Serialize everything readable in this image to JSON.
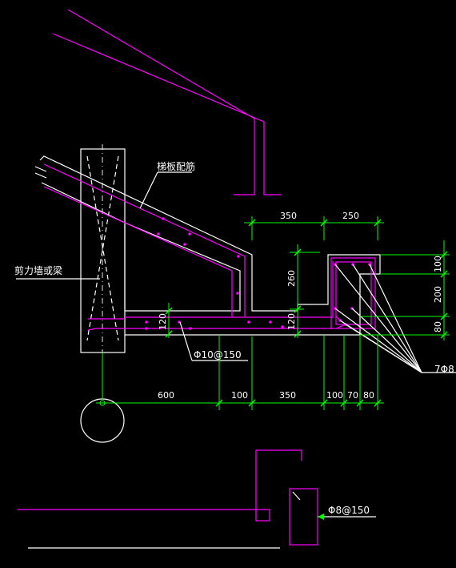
{
  "labels": {
    "stair_slab_reinforcement": "梯板配筋",
    "shear_wall_or_beam": "剪力墙或梁",
    "distribution_rebar": "Φ10@150",
    "top_bars": "7Φ8",
    "stirrup": "Φ8@150"
  },
  "dimensions": {
    "top_350": "350",
    "top_250": "250",
    "rise_260": "260",
    "slab_120_left": "120",
    "slab_120_right": "120",
    "right_100": "100",
    "right_200": "200",
    "right_80": "80",
    "bottom_600": "600",
    "bottom_100a": "100",
    "bottom_350": "350",
    "bottom_100b": "100",
    "bottom_70": "70",
    "bottom_80": "80"
  },
  "colors": {
    "background": "#000000",
    "concrete_outline": "#ffffff",
    "reinforcement": "#ff00ff",
    "dimension_lines": "#00ff00"
  }
}
